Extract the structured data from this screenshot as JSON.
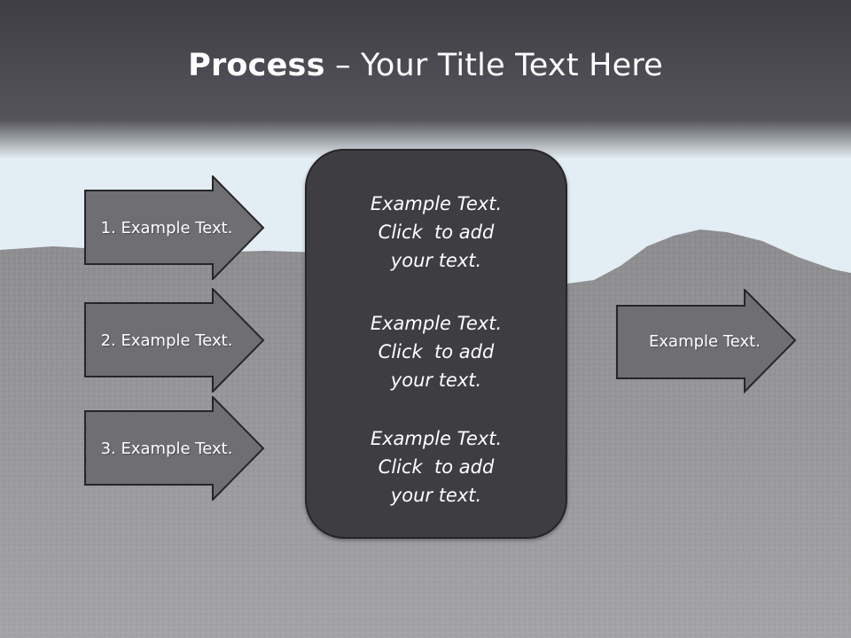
{
  "title": {
    "bold": "Process",
    "rest": " – Your Title Text Here"
  },
  "left_arrows": [
    {
      "label": "1. Example Text."
    },
    {
      "label": "2. Example Text."
    },
    {
      "label": "3. Example Text."
    }
  ],
  "center_blocks": [
    {
      "lines": [
        "Example Text.",
        "Click  to add",
        "your text."
      ]
    },
    {
      "lines": [
        "Example Text.",
        "Click  to add",
        "your text."
      ]
    },
    {
      "lines": [
        "Example Text.",
        "Click  to add",
        "your text."
      ]
    }
  ],
  "right_arrow": {
    "label": "Example Text."
  },
  "colors": {
    "title_band": "#4a4950",
    "sky": "#e3eef4",
    "ground": "#8f8f91",
    "arrow_fill": "#6f6e72",
    "box_fill": "#3e3d42"
  }
}
